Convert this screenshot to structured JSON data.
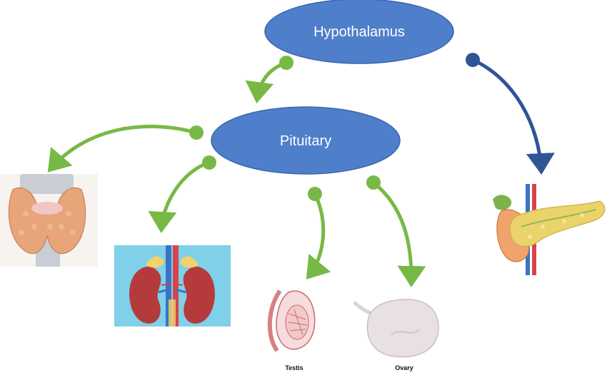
{
  "nodes": {
    "hypothalamus": {
      "label": "Hypothalamus"
    },
    "pituitary": {
      "label": "Pituitary"
    }
  },
  "organs": {
    "thyroid": {
      "icon": "thyroid-illustration"
    },
    "adrenal": {
      "icon": "adrenal-kidney-illustration"
    },
    "testis": {
      "label": "Testis",
      "icon": "testis-illustration"
    },
    "ovary": {
      "label": "Ovary",
      "icon": "ovary-illustration"
    },
    "pancreas": {
      "icon": "pancreas-illustration"
    }
  },
  "colors": {
    "node_fill": "#4f7fcb",
    "node_stroke": "#3a66ad",
    "green_arrow": "#78b946",
    "blue_arrow": "#2f5597"
  }
}
